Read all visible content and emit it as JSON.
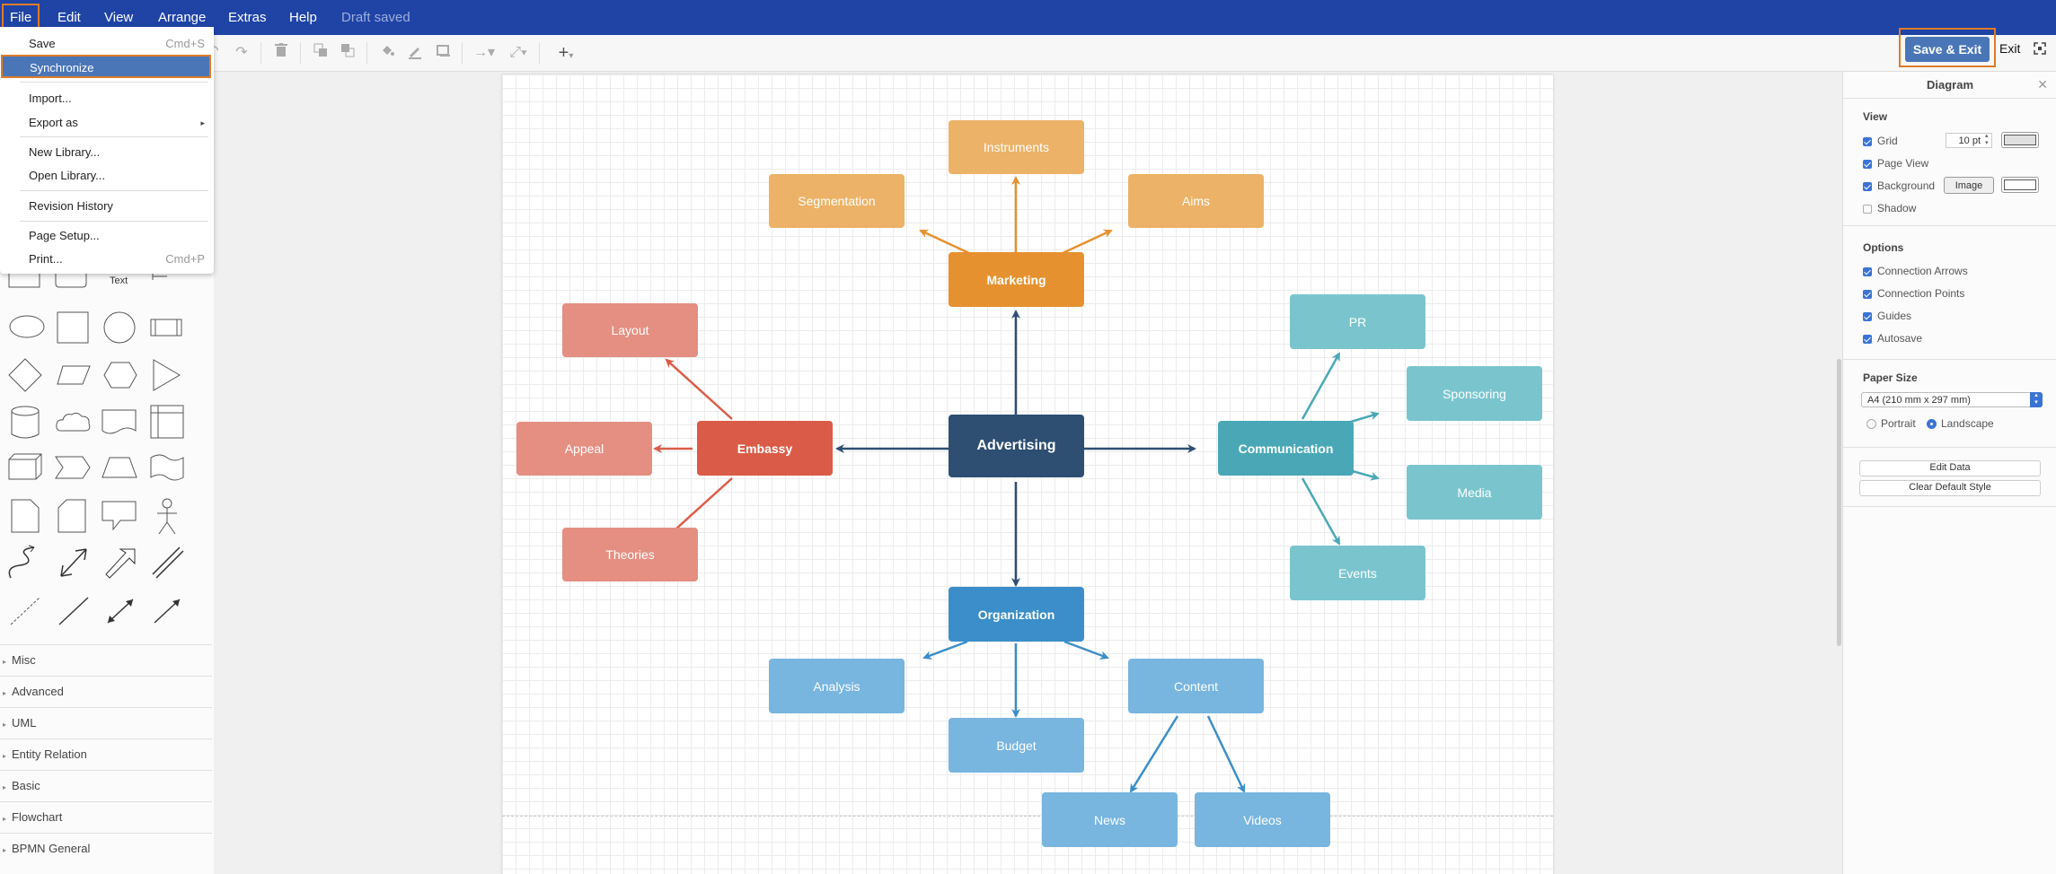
{
  "menubar": {
    "items": [
      "File",
      "Edit",
      "View",
      "Arrange",
      "Extras",
      "Help"
    ],
    "status": "Draft saved"
  },
  "toolbar": {
    "save_exit_label": "Save & Exit",
    "exit_label": "Exit"
  },
  "file_menu": {
    "items": [
      {
        "label": "Save",
        "shortcut": "Cmd+S"
      },
      {
        "label": "Synchronize",
        "shortcut": ""
      },
      {
        "label": "Import...",
        "shortcut": ""
      },
      {
        "label": "Export as",
        "shortcut": "▸"
      },
      {
        "label": "New Library...",
        "shortcut": ""
      },
      {
        "label": "Open Library...",
        "shortcut": ""
      },
      {
        "label": "Revision History",
        "shortcut": ""
      },
      {
        "label": "Page Setup...",
        "shortcut": ""
      },
      {
        "label": "Print...",
        "shortcut": "Cmd+P"
      }
    ],
    "selected": "Synchronize"
  },
  "left_panel": {
    "text_shape_label": "Text",
    "sections": [
      "Misc",
      "Advanced",
      "UML",
      "Entity Relation",
      "Basic",
      "Flowchart",
      "BPMN General"
    ]
  },
  "diagram": {
    "colors": {
      "center": "#2e4e72",
      "marketing": "#e6912f",
      "marketing_light": "#ecb267",
      "embassy": "#da5c48",
      "embassy_light": "#e48f82",
      "communication": "#4aa8b6",
      "communication_light": "#7ac5cd",
      "organization": "#3b8ec9",
      "organization_light": "#78b5df"
    },
    "nodes": {
      "advertising": "Advertising",
      "marketing": "Marketing",
      "instruments": "Instruments",
      "segmentation": "Segmentation",
      "aims": "Aims",
      "embassy": "Embassy",
      "layout": "Layout",
      "appeal": "Appeal",
      "theories": "Theories",
      "communication": "Communication",
      "pr": "PR",
      "sponsoring": "Sponsoring",
      "media": "Media",
      "events": "Events",
      "organization": "Organization",
      "analysis": "Analysis",
      "budget": "Budget",
      "content": "Content",
      "news": "News",
      "videos": "Videos"
    }
  },
  "right_panel": {
    "title": "Diagram",
    "view_heading": "View",
    "view_options": [
      {
        "label": "Grid",
        "checked": true
      },
      {
        "label": "Page View",
        "checked": true
      },
      {
        "label": "Background",
        "checked": true
      },
      {
        "label": "Shadow",
        "checked": false
      }
    ],
    "grid_size": "10 pt",
    "image_button": "Image",
    "options_heading": "Options",
    "options": [
      {
        "label": "Connection Arrows",
        "checked": true
      },
      {
        "label": "Connection Points",
        "checked": true
      },
      {
        "label": "Guides",
        "checked": true
      },
      {
        "label": "Autosave",
        "checked": true
      }
    ],
    "paper_heading": "Paper Size",
    "paper_size": "A4 (210 mm x 297 mm)",
    "orientation": {
      "portrait": "Portrait",
      "landscape": "Landscape",
      "selected": "Landscape"
    },
    "edit_data": "Edit Data",
    "clear_style": "Clear Default Style"
  }
}
